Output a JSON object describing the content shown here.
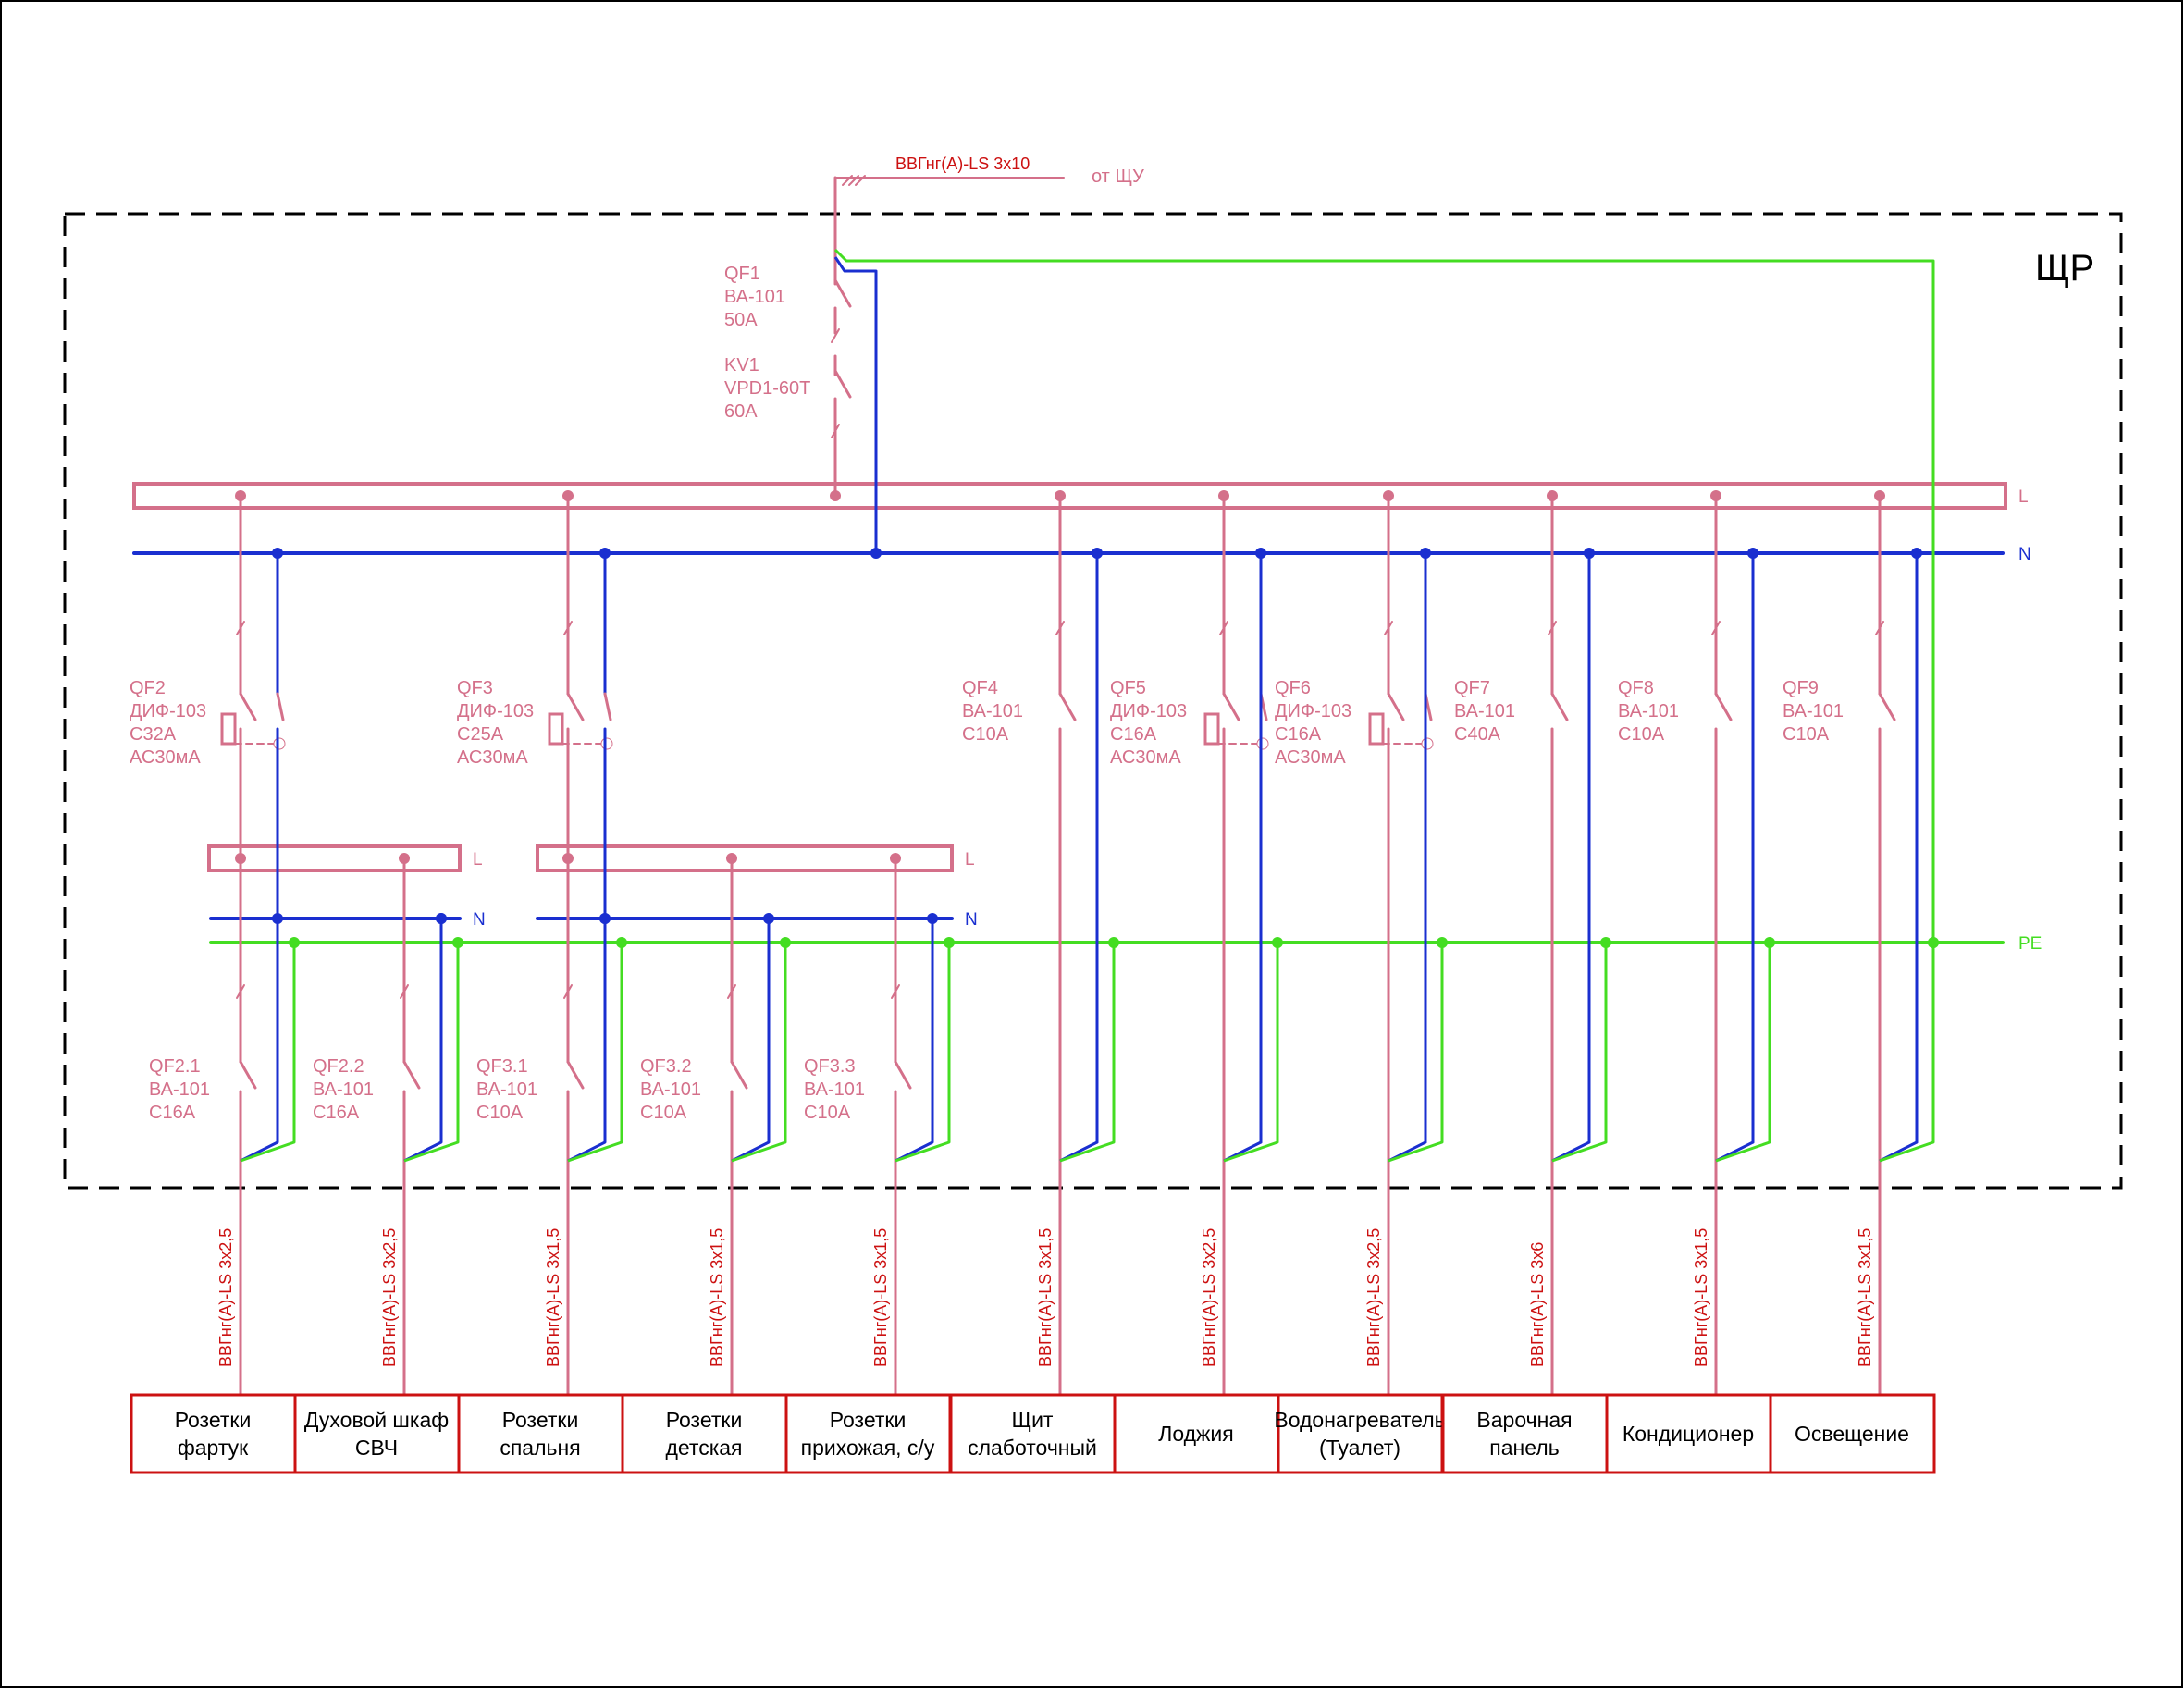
{
  "feed": {
    "cable": "ВВГнг(А)-LS 3х10",
    "source": "от ЩУ"
  },
  "panel": {
    "name": "ЩР"
  },
  "bus_labels": {
    "L": "L",
    "N": "N",
    "PE": "PE",
    "sub_L": "L",
    "sub_N": "N"
  },
  "main_devices": [
    {
      "id": "QF1",
      "lines": [
        "QF1",
        "ВА-101",
        "50А"
      ]
    },
    {
      "id": "KV1",
      "lines": [
        "KV1",
        "VPD1-60T",
        "60А"
      ]
    }
  ],
  "groups": [
    {
      "id": "QF2",
      "type": "rcbo",
      "lines": [
        "QF2",
        "ДИФ-103",
        "С32А",
        "АС30мА"
      ],
      "sub": [
        "QF2.1",
        "QF2.2"
      ]
    },
    {
      "id": "QF3",
      "type": "rcbo",
      "lines": [
        "QF3",
        "ДИФ-103",
        "С25А",
        "АС30мА"
      ],
      "sub": [
        "QF3.1",
        "QF3.2",
        "QF3.3"
      ]
    },
    {
      "id": "QF4",
      "type": "mcb",
      "lines": [
        "QF4",
        "ВА-101",
        "С10А"
      ]
    },
    {
      "id": "QF5",
      "type": "rcbo",
      "lines": [
        "QF5",
        "ДИФ-103",
        "С16А",
        "АС30мА"
      ]
    },
    {
      "id": "QF6",
      "type": "rcbo",
      "lines": [
        "QF6",
        "ДИФ-103",
        "С16А",
        "АС30мА"
      ]
    },
    {
      "id": "QF7",
      "type": "mcb",
      "lines": [
        "QF7",
        "ВА-101",
        "С40А"
      ]
    },
    {
      "id": "QF8",
      "type": "mcb",
      "lines": [
        "QF8",
        "ВА-101",
        "С10А"
      ]
    },
    {
      "id": "QF9",
      "type": "mcb",
      "lines": [
        "QF9",
        "ВА-101",
        "С10А"
      ]
    }
  ],
  "sub_breakers": [
    {
      "id": "QF2.1",
      "lines": [
        "QF2.1",
        "ВА-101",
        "С16А"
      ]
    },
    {
      "id": "QF2.2",
      "lines": [
        "QF2.2",
        "ВА-101",
        "С16А"
      ]
    },
    {
      "id": "QF3.1",
      "lines": [
        "QF3.1",
        "ВА-101",
        "С10А"
      ]
    },
    {
      "id": "QF3.2",
      "lines": [
        "QF3.2",
        "ВА-101",
        "С10А"
      ]
    },
    {
      "id": "QF3.3",
      "lines": [
        "QF3.3",
        "ВА-101",
        "С10А"
      ]
    }
  ],
  "circuits": [
    {
      "cable": "ВВГнг(А)-LS 3х2,5",
      "load": [
        "Розетки",
        "фартук"
      ]
    },
    {
      "cable": "ВВГнг(А)-LS 3х2,5",
      "load": [
        "Духовой шкаф",
        "СВЧ"
      ]
    },
    {
      "cable": "ВВГнг(А)-LS 3х1,5",
      "load": [
        "Розетки",
        "спальня"
      ]
    },
    {
      "cable": "ВВГнг(А)-LS 3х1,5",
      "load": [
        "Розетки",
        "детская"
      ]
    },
    {
      "cable": "ВВГнг(А)-LS 3х1,5",
      "load": [
        "Розетки",
        "прихожая, с/у"
      ]
    },
    {
      "cable": "ВВГнг(А)-LS 3х1,5",
      "load": [
        "Щит",
        "слаботочный"
      ]
    },
    {
      "cable": "ВВГнг(А)-LS 3х2,5",
      "load": [
        "Лоджия"
      ]
    },
    {
      "cable": "ВВГнг(А)-LS 3х2,5",
      "load": [
        "Водонагреватель",
        "(Туалет)"
      ]
    },
    {
      "cable": "ВВГнг(А)-LS 3х6",
      "load": [
        "Варочная",
        "панель"
      ]
    },
    {
      "cable": "ВВГнг(А)-LS 3х1,5",
      "load": [
        "Кондиционер"
      ]
    },
    {
      "cable": "ВВГнг(А)-LS 3х1,5",
      "load": [
        "Освещение"
      ]
    }
  ],
  "colors": {
    "phase": "#d4708a",
    "neutral": "#1a2fd0",
    "pe": "#44dd22",
    "cable": "#cc1111",
    "frame": "#000000"
  }
}
